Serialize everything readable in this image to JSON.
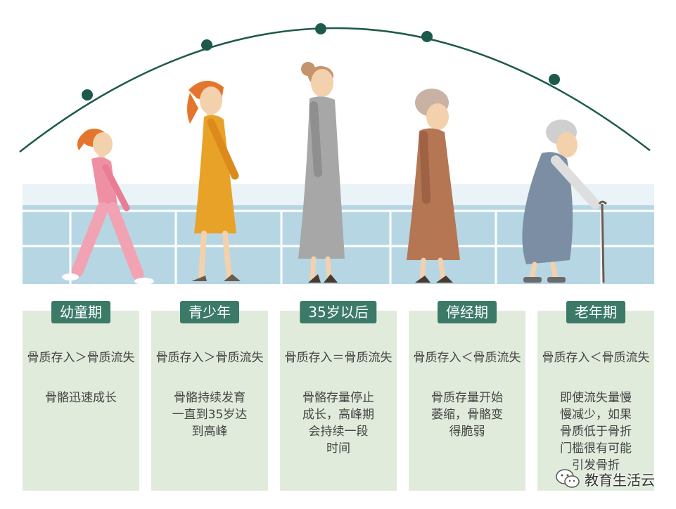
{
  "stages": [
    {
      "title": "幼童期",
      "comparison": "骨质存入＞骨质流失",
      "description": "骨骼迅速成长"
    },
    {
      "title": "青少年",
      "comparison": "骨质存入＞骨质流失",
      "description": "骨骼持续发育\n一直到35岁达\n到高峰"
    },
    {
      "title": "35岁以后",
      "comparison": "骨质存入＝骨质流失",
      "description": "骨骼存量停止\n成长，高峰期\n会持续一段\n时间"
    },
    {
      "title": "停经期",
      "comparison": "骨质存入＜骨质流失",
      "description": "骨质存量开始\n萎缩，骨骼变\n得脆弱"
    },
    {
      "title": "老年期",
      "comparison": "骨质存入＜骨质流失",
      "description": "即使流失量慢\n慢减少，如果\n骨质低于骨折\n门槛很有可能\n引发骨折"
    }
  ],
  "watermark": {
    "text": "教育生活云",
    "icon": "wechat-icon"
  },
  "colors": {
    "arc": "#1e5a4b",
    "tag": "#3b7a67",
    "card": "#e1ebdc",
    "rail": "#b7d6e3",
    "child_outfit": "#f2a3b3",
    "teen_dress": "#e8a228",
    "adult_dress": "#a7a7a7",
    "middle_dress": "#b57654",
    "elder_dress": "#7b8ea3"
  }
}
